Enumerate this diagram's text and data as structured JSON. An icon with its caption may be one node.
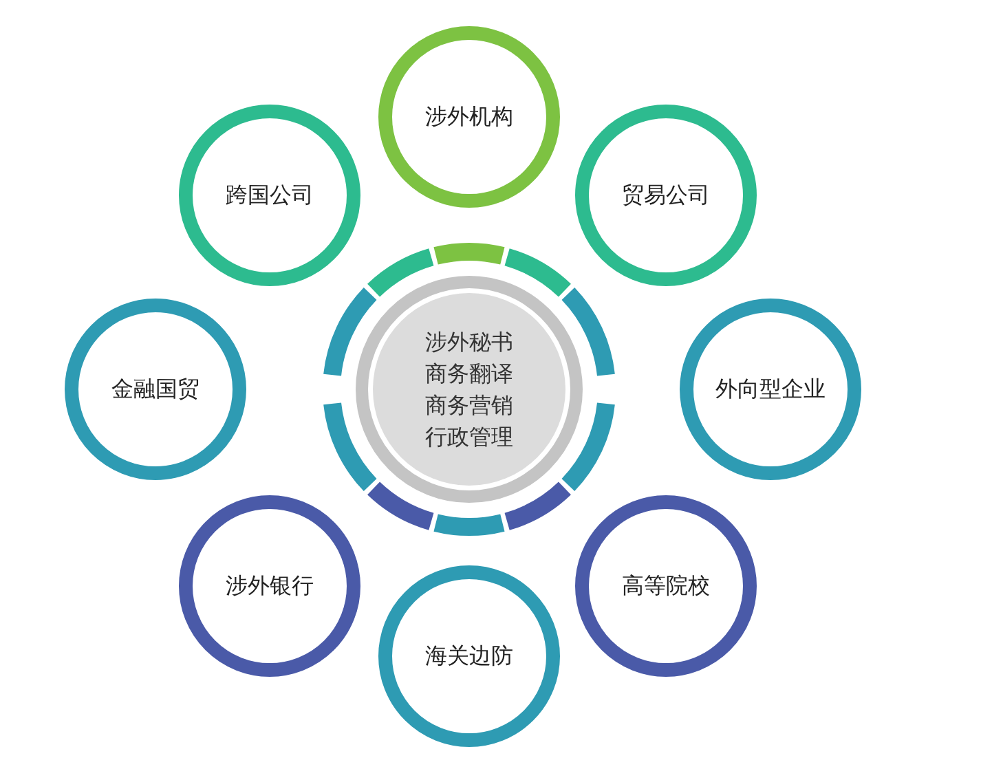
{
  "diagram": {
    "nodes": [
      {
        "text": [
          "涉外机构"
        ]
      },
      {
        "text": [
          "跨国公司"
        ]
      },
      {
        "text": [
          "贸易公司"
        ]
      },
      {
        "text": [
          "金融国贸"
        ]
      },
      {
        "text": [
          "涉外秘书",
          "商务翻译",
          "商务营销",
          "行政管理"
        ]
      },
      {
        "text": [
          "外向型企业"
        ]
      },
      {
        "text": [
          "涉外银行"
        ]
      },
      {
        "text": [
          "高等院校"
        ]
      },
      {
        "text": [
          "海关边防"
        ]
      }
    ]
  }
}
